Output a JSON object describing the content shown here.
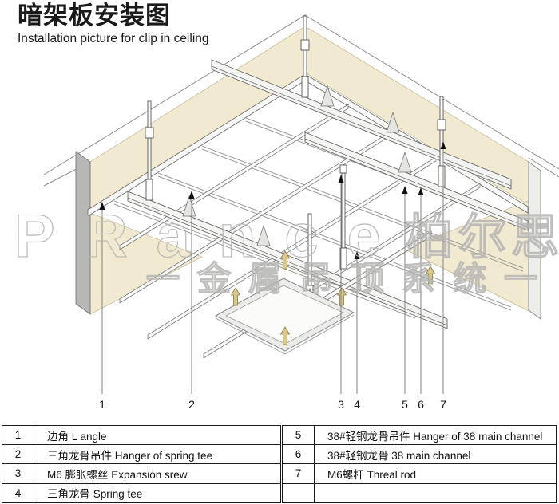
{
  "title": {
    "zh": "暗架板安装图",
    "en": "Installation picture for clip in ceiling"
  },
  "watermark": {
    "latin": "PRance",
    "cjk": "柏尔思",
    "line2": "一金属吊顶系统一"
  },
  "diagram": {
    "description": "Isometric installation drawing of clip-in metal ceiling: suspended grid hung by threaded rods from slab between two walls, exploded clip-in panel below with upward install arrows",
    "leaders": [
      {
        "n": "1"
      },
      {
        "n": "2"
      },
      {
        "n": "3"
      },
      {
        "n": "4"
      },
      {
        "n": "5"
      },
      {
        "n": "6"
      },
      {
        "n": "7"
      }
    ],
    "colors": {
      "wall": "#f1ead0",
      "wall_end": "#b7b7b5",
      "metal": "#f6f6f4",
      "outline": "#777777",
      "arrow_fill": "#d9c78e",
      "arrow_stroke": "#8a7a40",
      "leader": "#828282",
      "watermark": "#b5b5b3"
    }
  },
  "parts": {
    "left": [
      {
        "no": "1",
        "desc": "边角 L angle"
      },
      {
        "no": "2",
        "desc": "三角龙骨吊件 Hanger of spring tee"
      },
      {
        "no": "3",
        "desc": "M6 膨胀螺丝 Expansion srew"
      },
      {
        "no": "4",
        "desc": "三角龙骨 Spring tee"
      }
    ],
    "right": [
      {
        "no": "5",
        "desc": "38#轻钢龙骨吊件 Hanger of 38 main channel"
      },
      {
        "no": "6",
        "desc": "38#轻钢龙骨  38 main channel"
      },
      {
        "no": "7",
        "desc": "M6螺杆 Threal rod"
      },
      {
        "no": "",
        "desc": ""
      }
    ]
  }
}
